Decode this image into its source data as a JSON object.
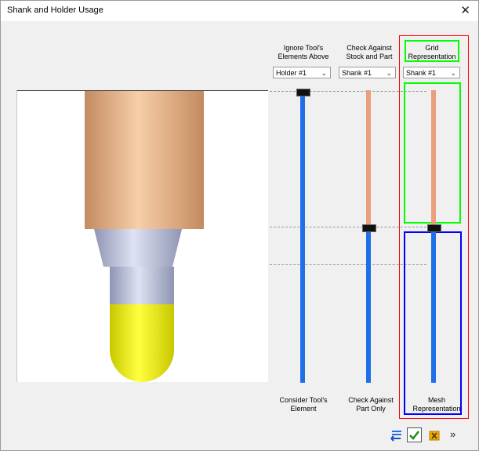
{
  "window": {
    "title": "Shank and Holder Usage",
    "close_glyph": "✕"
  },
  "columns": [
    {
      "header": "Ignore Tool's\nElements Above",
      "selected": "Holder #1",
      "footer": "Consider Tool's\nElement"
    },
    {
      "header": "Check Against\nStock and Part",
      "selected": "Shank #1",
      "footer": "Check Against\nPart Only"
    },
    {
      "header": "Grid\nRepresentation",
      "selected": "Shank #1",
      "footer": "Mesh\nRepresentation"
    }
  ],
  "colors": {
    "slider_blue": "#1e6fe8",
    "slider_copper": "#e9a07c",
    "frame_red": "#ff0000",
    "frame_green": "#00ff00",
    "frame_blue": "#0000ff",
    "tip_yellow": "#e5e500",
    "holder_copper": "#d4a07a",
    "shank_gray": "#b8bdd5"
  },
  "toolbar": {
    "icons": [
      "swap-icon",
      "check-icon",
      "excel-export-icon",
      "more-icon"
    ],
    "more_glyph": "»"
  }
}
